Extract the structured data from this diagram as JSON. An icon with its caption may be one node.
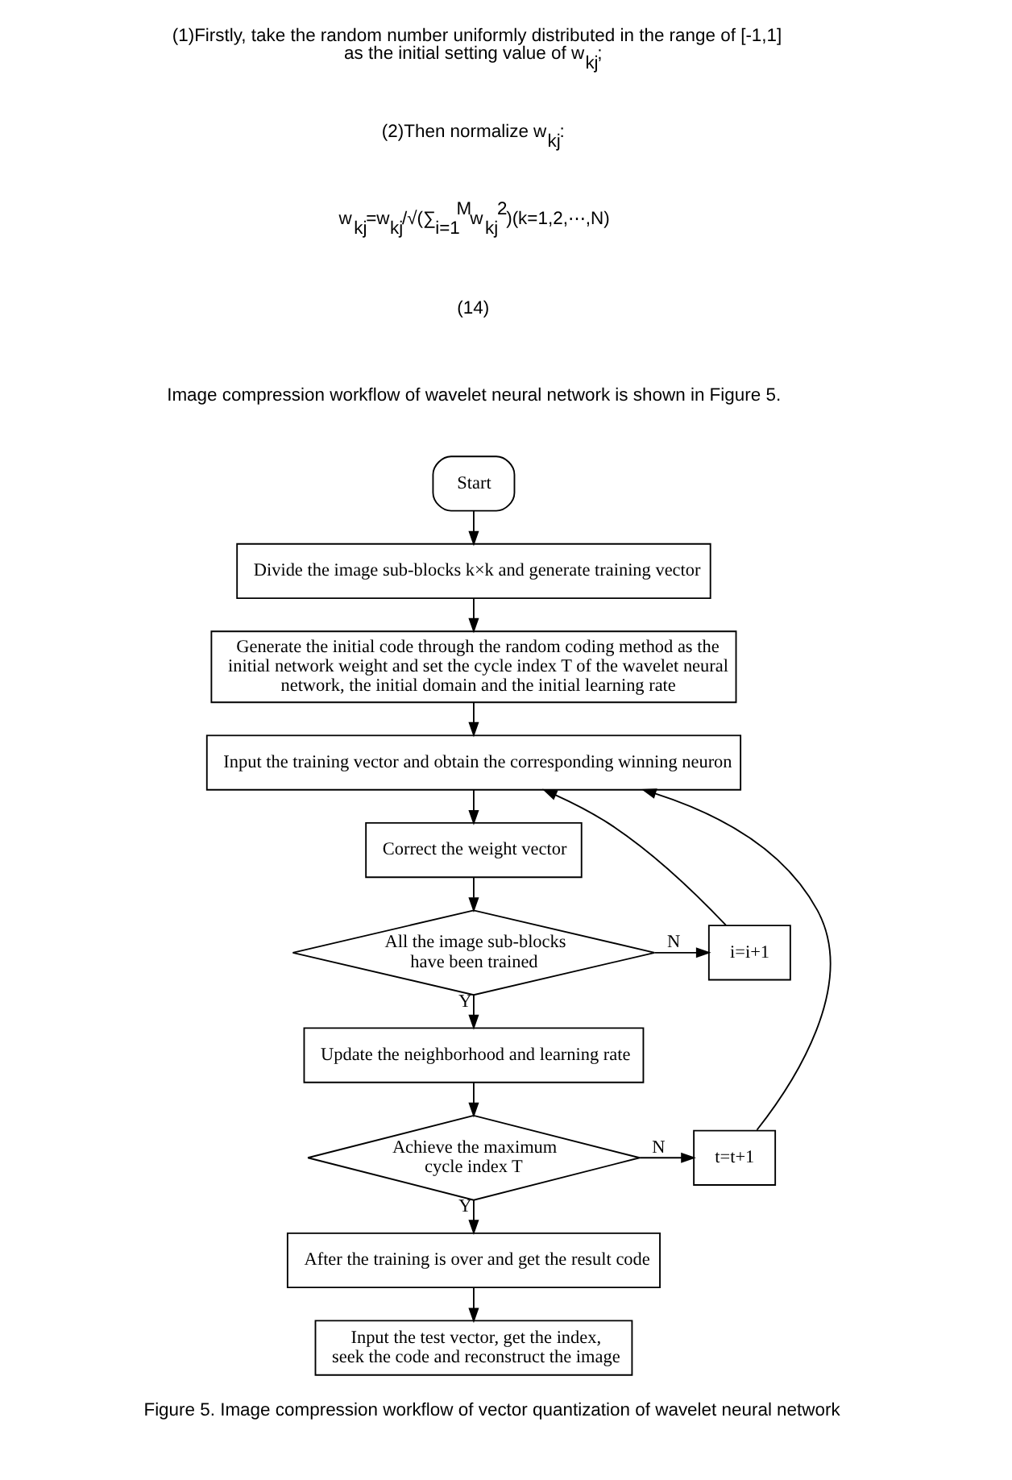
{
  "diagram": {
    "caption": "Figure 5. Image compression workflow of vector quantization of wavelet neural network",
    "nodes": [
      {
        "text": [
          "Start"
        ]
      },
      {
        "text": [
          "Divide the image sub-blocks k×k and generate training vector"
        ]
      },
      {
        "text": [
          "Generate the initial code through the random coding method as the initial network weight and set the cycle index T of the wavelet neural network, the initial domain and the initial learning rate"
        ]
      },
      {
        "text": [
          "Input the training vector and obtain the corresponding winning neuron"
        ]
      },
      {
        "text": [
          "Correct the weight vector"
        ]
      },
      {
        "text": [
          "All the image sub-blocks have been trained"
        ]
      },
      {
        "text": [
          "i=i+1"
        ]
      },
      {
        "text": [
          "Update the neighborhood and learning rate"
        ]
      },
      {
        "text": [
          "Achieve the maximum cycle index T"
        ]
      },
      {
        "text": [
          "t=t+1"
        ]
      },
      {
        "text": [
          "After the training is over and get the result code"
        ]
      },
      {
        "text": [
          "Input the test vector, get the index, seek the code and reconstruct the image"
        ]
      }
    ],
    "edges": [
      {
        "from": 0,
        "to": 1,
        "arrow": "to"
      },
      {
        "from": 1,
        "to": 2,
        "arrow": "to"
      },
      {
        "from": 2,
        "to": 3,
        "arrow": "to"
      },
      {
        "from": 3,
        "to": 4,
        "arrow": "to"
      },
      {
        "from": 4,
        "to": 5,
        "arrow": "to"
      },
      {
        "from": 5,
        "to": 6,
        "arrow": "to",
        "label": "N"
      },
      {
        "from": 6,
        "to": 3,
        "arrow": "to"
      },
      {
        "from": 5,
        "to": 7,
        "arrow": "to",
        "label": "Y"
      },
      {
        "from": 7,
        "to": 8,
        "arrow": "to"
      },
      {
        "from": 8,
        "to": 9,
        "arrow": "to",
        "label": "N"
      },
      {
        "from": 9,
        "to": 3,
        "arrow": "to"
      },
      {
        "from": 8,
        "to": 10,
        "arrow": "to",
        "label": "Y"
      },
      {
        "from": 10,
        "to": 11,
        "arrow": "to"
      }
    ],
    "labels": [
      "(1)Firstly, take the random number uniformly distributed in the range of [-1,1] as the initial setting value of w$_{kj}$;",
      "(2)Then normalize w$_{kj}$:",
      "w$_{kj}$=w$_{kj}$/√(∑$_{i=1}$$^{M}$w$_{kj}$$^{2}$)(k=1,2,⋯,N)",
      "(14)",
      "Image compression workflow of wavelet neural network is shown in Figure 5."
    ]
  }
}
